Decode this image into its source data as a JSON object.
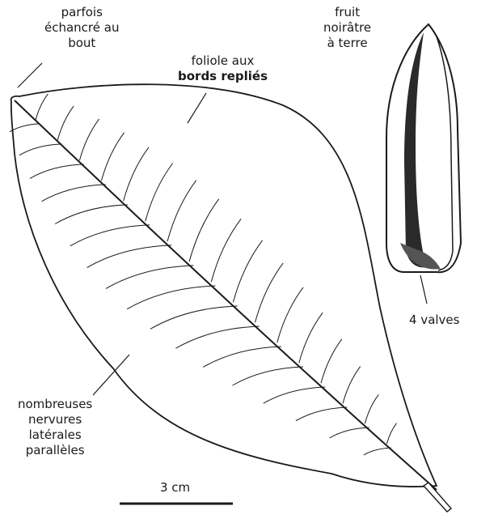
{
  "labels": {
    "tip": {
      "lines": [
        "parfois",
        "échancré au",
        "bout"
      ]
    },
    "margin": {
      "lines": [
        "foliole aux",
        "bords repliés"
      ]
    },
    "fruit": {
      "lines": [
        "fruit",
        "noirâtre",
        "à terre"
      ]
    },
    "valves": {
      "text": "4 valves"
    },
    "veins": {
      "lines": [
        "nombreuses",
        "nervures",
        "latérales",
        "parallèles"
      ]
    },
    "scale": {
      "text": "3 cm"
    }
  },
  "colors": {
    "ink": "#1a1a1a",
    "paper": "#ffffff",
    "shade": "#555555"
  }
}
